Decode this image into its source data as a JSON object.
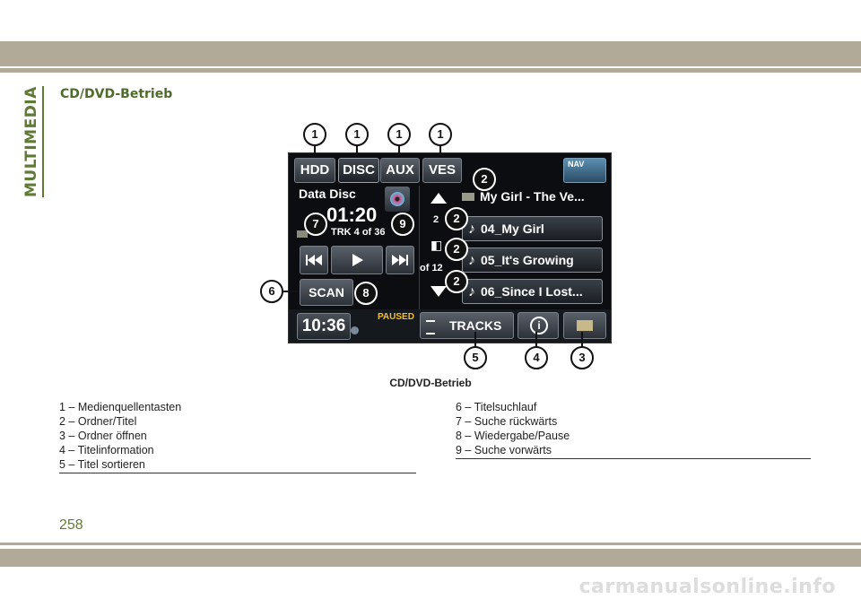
{
  "side_tab": "MULTIMEDIA",
  "section_title": "CD/DVD-Betrieb",
  "screen": {
    "tabs": [
      "HDD",
      "DISC",
      "AUX",
      "VES"
    ],
    "nav_label": "NAV",
    "disc_label": "Data Disc",
    "time": "01:20",
    "track_info": "TRK 4 of 36",
    "scan_label": "SCAN",
    "folder_name": "My Girl - The Ve...",
    "list_index": "2",
    "list_total": "of 12",
    "tracks": [
      "04_My Girl",
      "05_It's Growing",
      "06_Since I Lost..."
    ],
    "clock": "10:36",
    "status": "PAUSED",
    "tracks_button": "TRACKS"
  },
  "callouts": {
    "top": [
      "1",
      "1",
      "1",
      "1"
    ],
    "folder": "2",
    "rows": [
      "2",
      "2",
      "2"
    ],
    "prev": "7",
    "next": "9",
    "scan": "6",
    "play": "8",
    "tracks": "5",
    "info": "4",
    "open_folder": "3"
  },
  "caption": "CD/DVD-Betrieb",
  "legend_left": [
    "1 – Medienquellentasten",
    "2 – Ordner/Titel",
    "3 – Ordner öffnen",
    "4 – Titelinformation",
    "5 – Titel sortieren"
  ],
  "legend_right": [
    "6 – Titelsuchlauf",
    "7 – Suche rückwärts",
    "8 – Wiedergabe/Pause",
    "9 – Suche vorwärts"
  ],
  "page_number": "258",
  "watermark": "carmanualsonline.info"
}
